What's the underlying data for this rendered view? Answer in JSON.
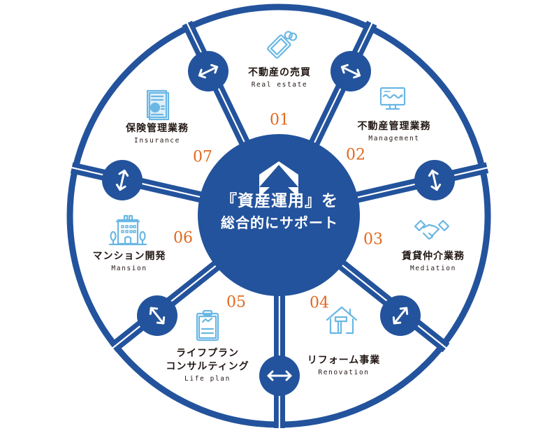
{
  "colors": {
    "primary_blue": "#23539c",
    "accent_orange": "#e2691e",
    "icon_blue": "#6ab7e4",
    "text_dark": "#231815"
  },
  "center": {
    "line1": "『資産運用』を",
    "line2": "総合的にサポート",
    "icon": "roof-chevron-icon"
  },
  "segments": [
    {
      "number": "01",
      "title": "不動産の売買",
      "subtitle": "Real estate",
      "icon": "price-tag-icon"
    },
    {
      "number": "02",
      "title": "不動産管理業務",
      "subtitle": "Management",
      "icon": "monitor-icon"
    },
    {
      "number": "03",
      "title": "賃貸仲介業務",
      "subtitle": "Mediation",
      "icon": "handshake-icon"
    },
    {
      "number": "04",
      "title": "リフォーム事業",
      "subtitle": "Renovation",
      "icon": "house-hammer-icon"
    },
    {
      "number": "05",
      "title_line1": "ライフプラン",
      "title_line2": "コンサルティング",
      "subtitle": "Life plan",
      "icon": "clipboard-chart-icon"
    },
    {
      "number": "06",
      "title": "マンション開発",
      "subtitle": "Mansion",
      "icon": "apartment-building-icon"
    },
    {
      "number": "07",
      "title": "保険管理業務",
      "subtitle": "Insurance",
      "icon": "document-pie-icon"
    }
  ],
  "connectors": {
    "count": 7,
    "icon": "double-arrow-icon"
  }
}
